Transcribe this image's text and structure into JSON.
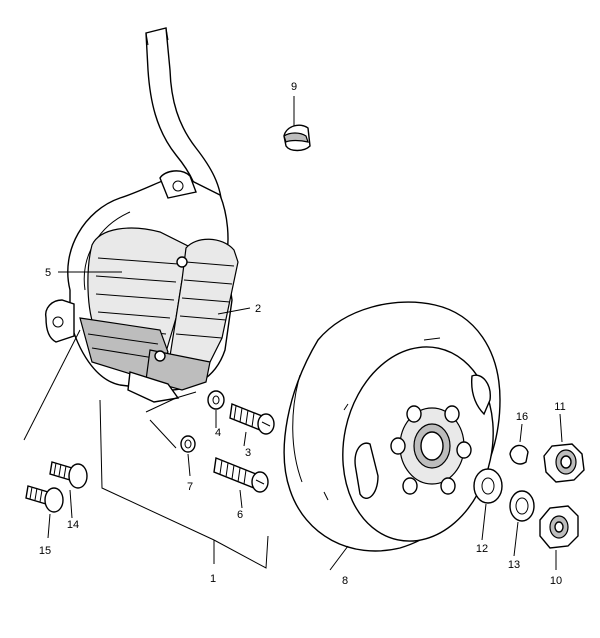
{
  "parts": [
    {
      "num": "1"
    },
    {
      "num": "2"
    },
    {
      "num": "3"
    },
    {
      "num": "4"
    },
    {
      "num": "5"
    },
    {
      "num": "6"
    },
    {
      "num": "7"
    },
    {
      "num": "8"
    },
    {
      "num": "9"
    },
    {
      "num": "10"
    },
    {
      "num": "11"
    },
    {
      "num": "12"
    },
    {
      "num": "13"
    },
    {
      "num": "14"
    },
    {
      "num": "15"
    },
    {
      "num": "16"
    }
  ]
}
